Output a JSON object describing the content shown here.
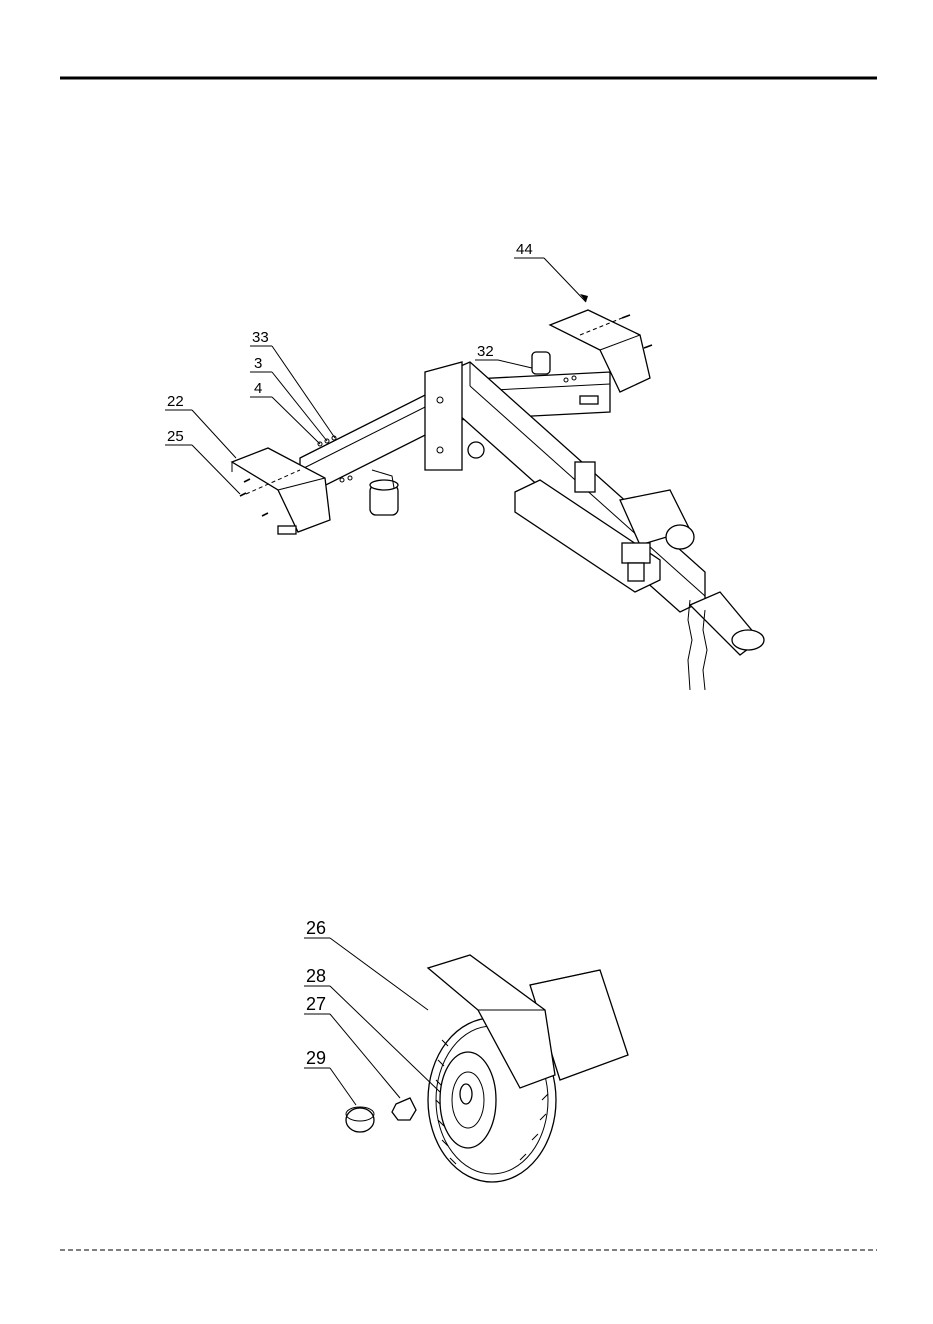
{
  "labels": {
    "l44": "44",
    "l33": "33",
    "l3": "3",
    "l32": "32",
    "l4": "4",
    "l22": "22",
    "l25": "25",
    "l26": "26",
    "l28": "28",
    "l27": "27",
    "l29": "29"
  }
}
